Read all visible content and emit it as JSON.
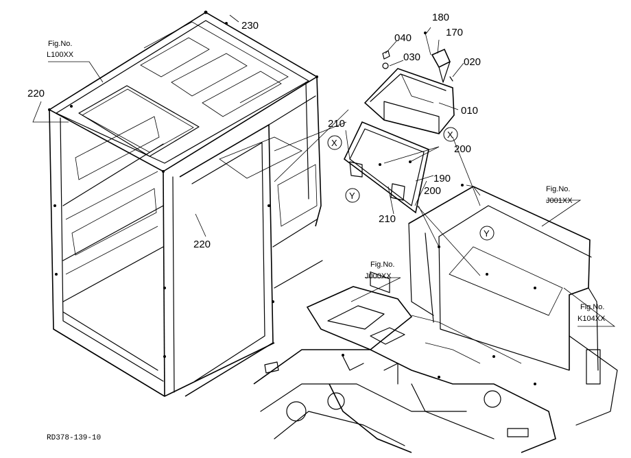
{
  "figure_refs": {
    "cabin": {
      "prefix": "Fig.No.",
      "code": "L100XX"
    },
    "frame_right": {
      "prefix": "Fig.No.",
      "code": "J001XX"
    },
    "frame_base": {
      "prefix": "Fig.No.",
      "code": "J000XX"
    },
    "side_cover": {
      "prefix": "Fig.No.",
      "code": "K104XX"
    }
  },
  "part_numbers": {
    "p230": "230",
    "p220_left": "220",
    "p220_center": "220",
    "p180": "180",
    "p170": "170",
    "p040": "040",
    "p030": "030",
    "p020": "020",
    "p010": "010",
    "p210_top": "210",
    "p210_bottom": "210",
    "p200_top": "200",
    "p200_bottom": "200",
    "p190": "190"
  },
  "markers": {
    "x_upper": "X",
    "x_lower": "X",
    "y_left": "Y",
    "y_right": "Y"
  },
  "drawing_code": "RD378-139-10"
}
